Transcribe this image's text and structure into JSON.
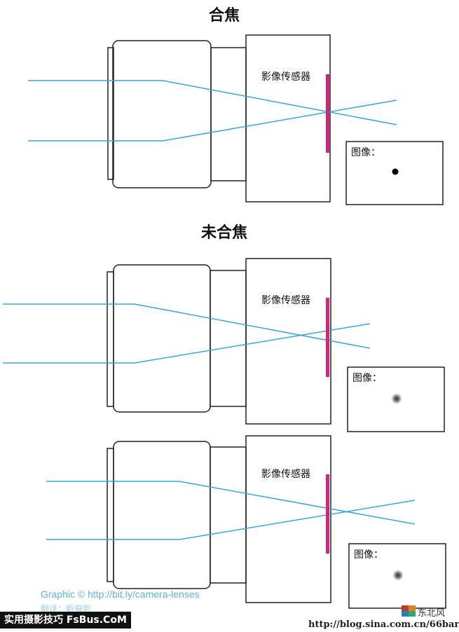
{
  "diagram": {
    "section_titles": [
      "合焦",
      "未合焦"
    ],
    "panels": [
      {
        "id": "focused",
        "sensor_label": "影像传感器",
        "image_label": "图像："
      },
      {
        "id": "unfocused-1",
        "sensor_label": "影像传感器",
        "image_label": "图像："
      },
      {
        "id": "unfocused-2",
        "sensor_label": "影像传感器",
        "image_label": "图像："
      }
    ],
    "credit": "Graphic © http://bit.ly/camera-lenses",
    "credit_sub": "翻译：新摄影",
    "watermark_left": "实用摄影技巧 FsBus.CoM",
    "watermark_right": "http://blog.sina.com.cn/66bar",
    "watermark_logo_text": "东北风"
  },
  "colors": {
    "ray": "#3aa6d6",
    "sensor": "#d6247c",
    "outline": "#222222",
    "credit": "#5fb3d9"
  }
}
